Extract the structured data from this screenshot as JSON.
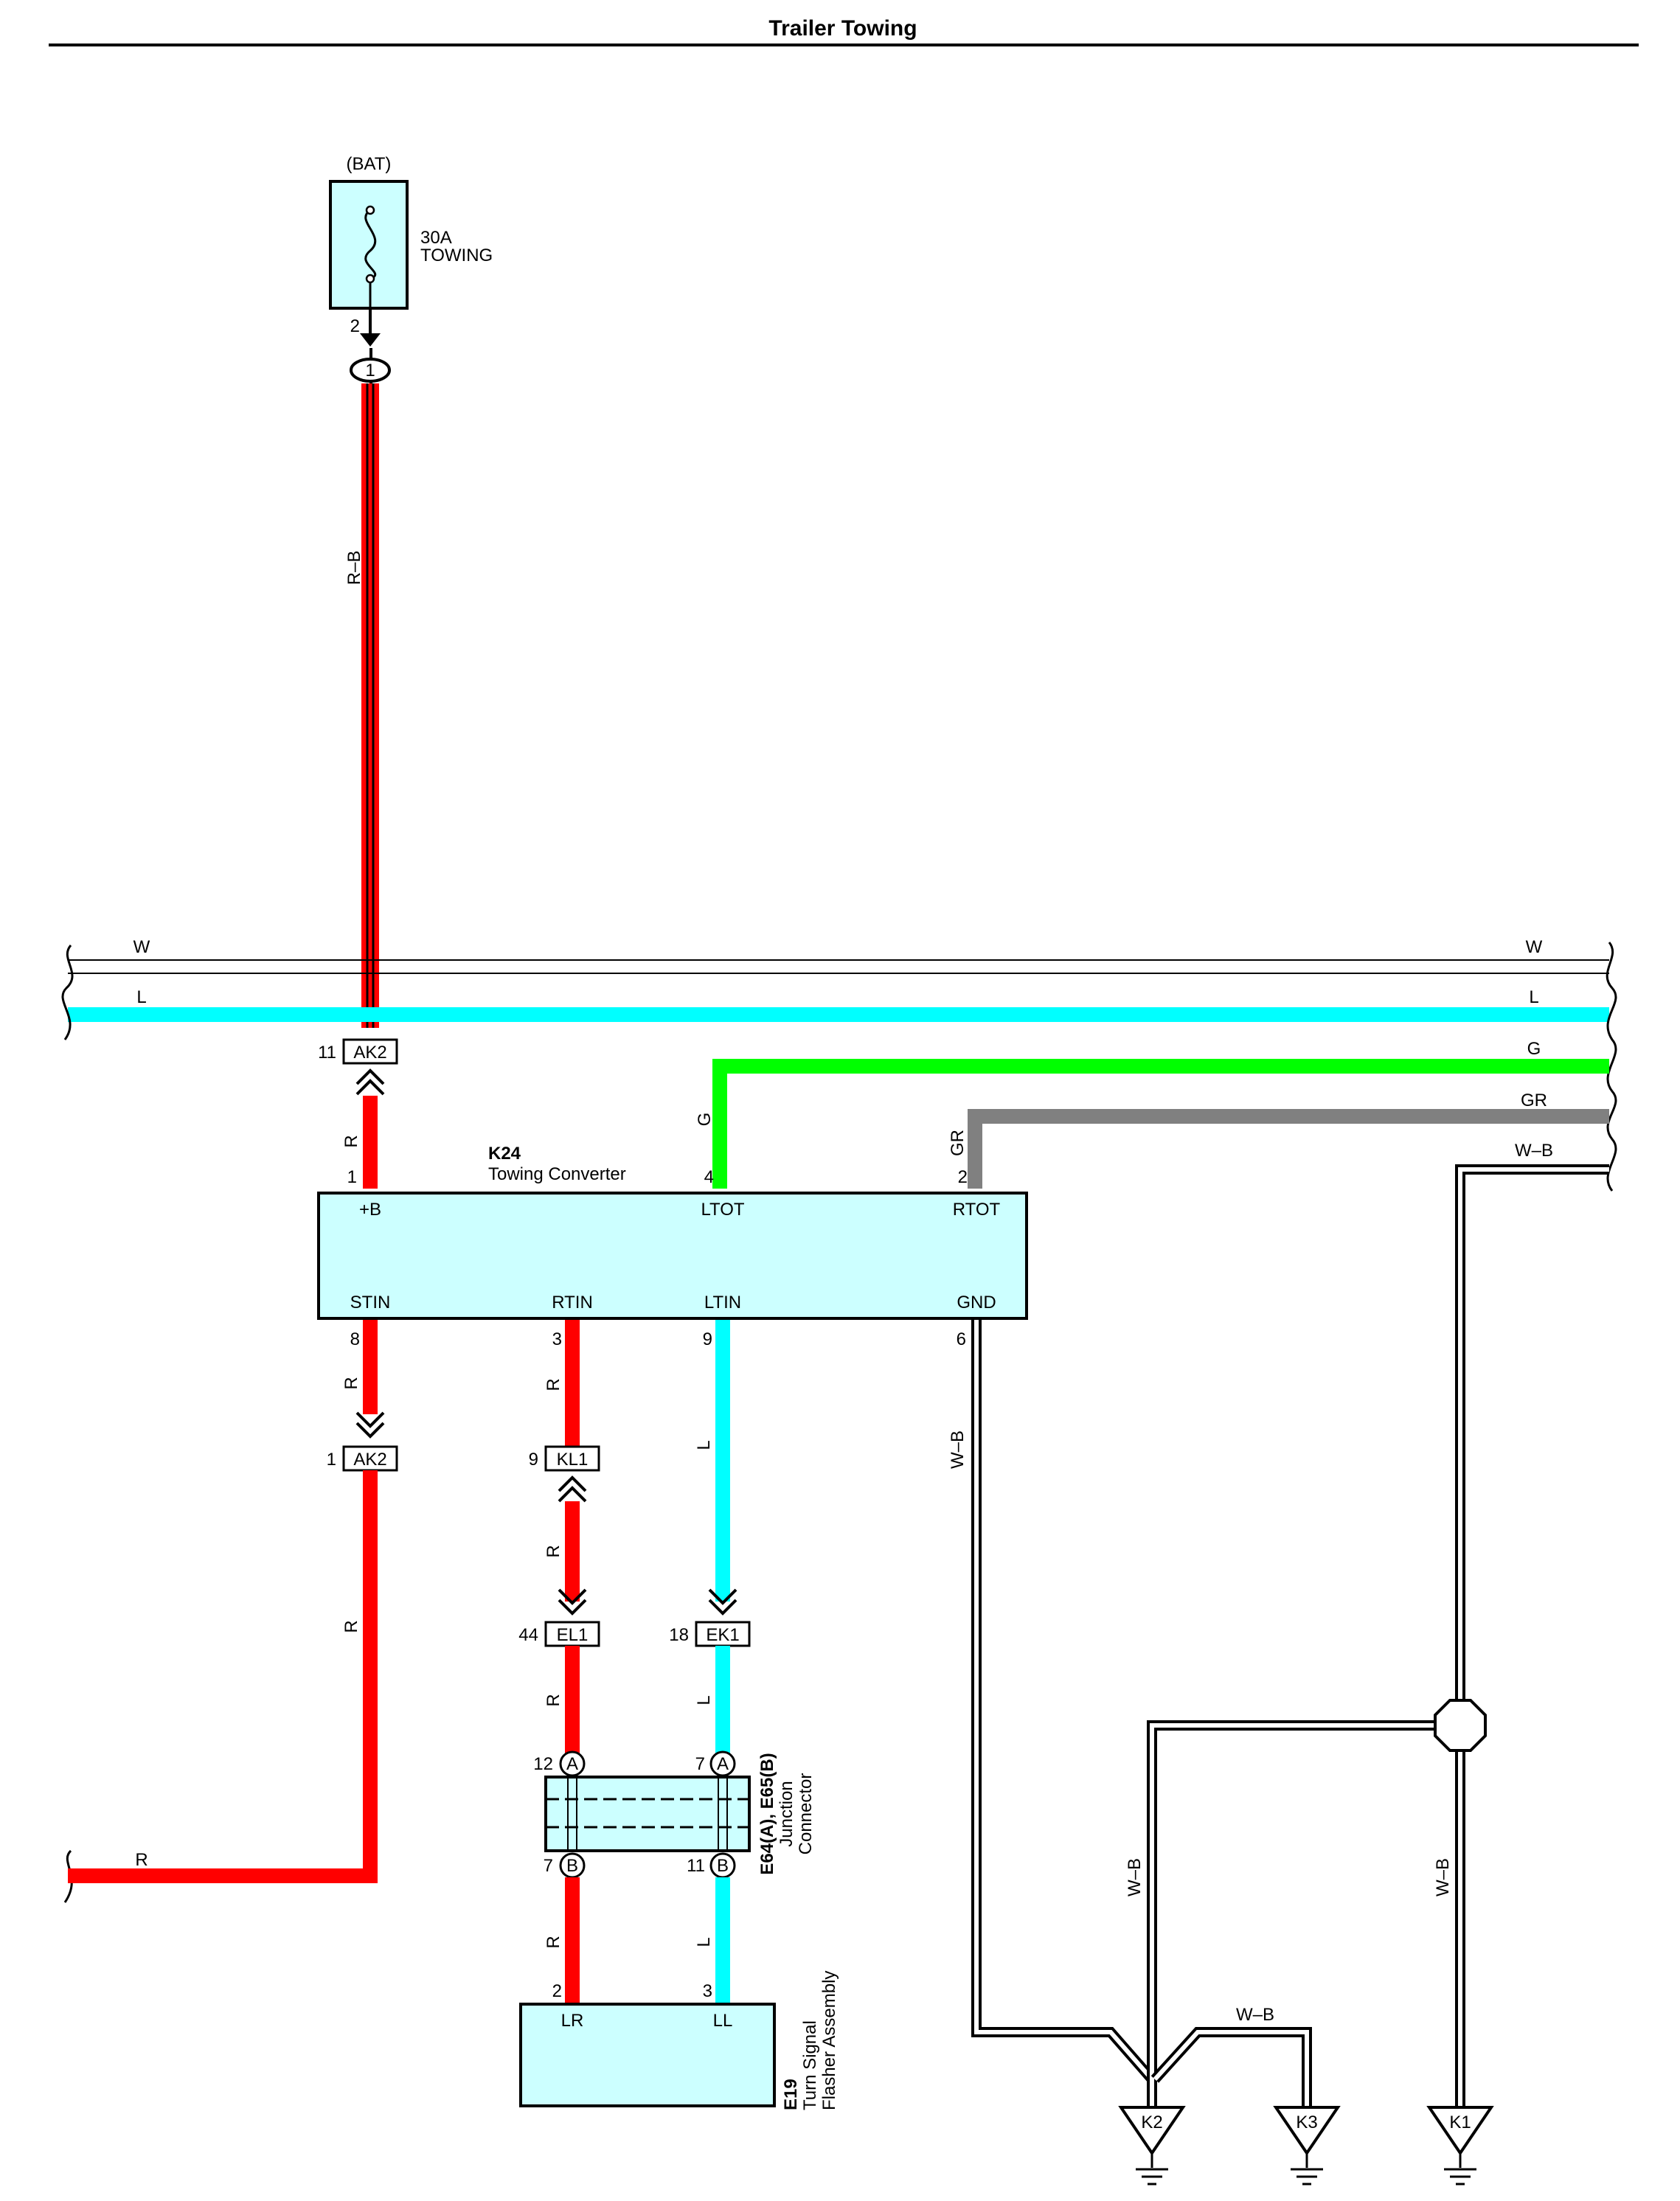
{
  "title": "Trailer Towing",
  "colors": {
    "red": "#ff0000",
    "blue": "#00ffff",
    "green": "#00ff00",
    "gray": "#808080",
    "box_fill": "#ccffff"
  },
  "fuse": {
    "source": "(BAT)",
    "rating": "30A",
    "name": "TOWING",
    "pin": "2",
    "junction": "1",
    "wire": "R–B"
  },
  "bus": {
    "w_left": "W",
    "w_right": "W",
    "l_left": "L",
    "l_right": "L",
    "g": "G",
    "gr": "GR",
    "wb": "W–B"
  },
  "converter": {
    "code": "K24",
    "name": "Towing Converter",
    "terminals": {
      "b": "+B",
      "ltot": "LTOT",
      "rtot": "RTOT",
      "stin": "STIN",
      "rtin": "RTIN",
      "ltin": "LTIN",
      "gnd": "GND"
    },
    "pins": {
      "b": "1",
      "ltot": "4",
      "rtot": "2",
      "stin": "8",
      "rtin": "3",
      "ltin": "9",
      "gnd": "6"
    }
  },
  "connectors": {
    "ak2_top": {
      "label": "AK2",
      "pin": "11"
    },
    "ak2_bot": {
      "label": "AK2",
      "pin": "1"
    },
    "kl1": {
      "label": "KL1",
      "pin": "9"
    },
    "el1": {
      "label": "EL1",
      "pin": "44"
    },
    "ek1": {
      "label": "EK1",
      "pin": "18"
    }
  },
  "wire_labels": {
    "r": "R",
    "l": "L",
    "g": "G",
    "gr": "GR",
    "wb": "W–B",
    "rb": "R–B"
  },
  "junction": {
    "code": "E64(A), E65(B)",
    "name_line1": "Junction",
    "name_line2": "Connector",
    "pin_a1": "12",
    "pin_a2": "7",
    "pin_b1": "7",
    "pin_b2": "11",
    "a": "A",
    "b": "B"
  },
  "flasher": {
    "code": "E19",
    "name_line1": "Turn Signal",
    "name_line2": "Flasher Assembly",
    "lr": "LR",
    "ll": "LL",
    "pin_lr": "2",
    "pin_ll": "3"
  },
  "grounds": {
    "k1": "K1",
    "k2": "K2",
    "k3": "K3"
  }
}
